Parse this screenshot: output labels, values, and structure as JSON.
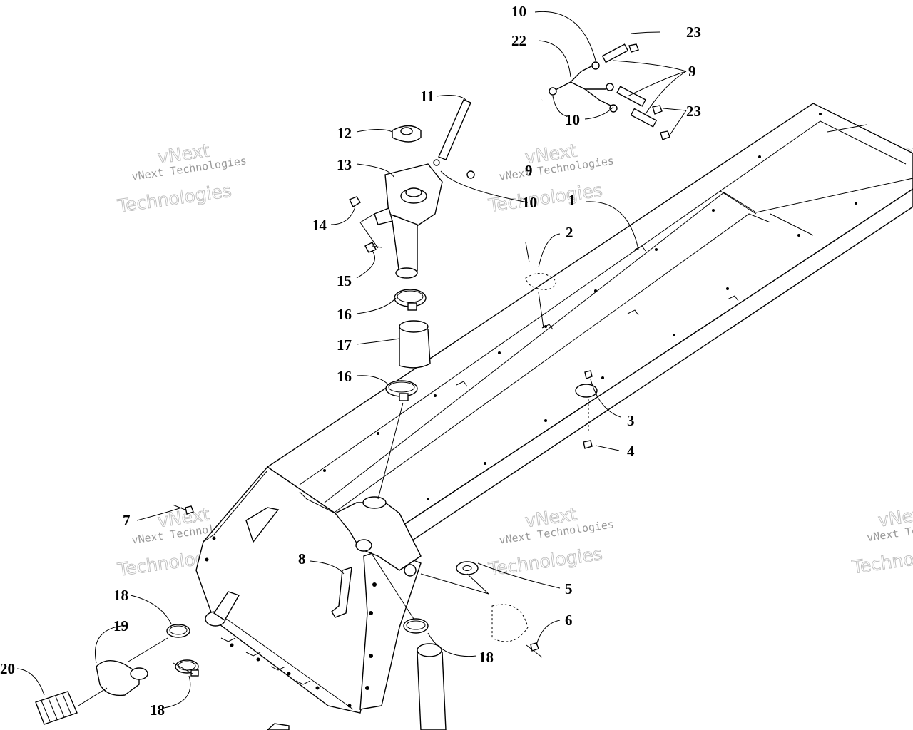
{
  "watermark": {
    "small": "vNext Technologies",
    "large_top": "vNext",
    "large_bottom": "Technologies"
  },
  "callouts": {
    "c1": "1",
    "c2": "2",
    "c3": "3",
    "c4": "4",
    "c5": "5",
    "c6": "6",
    "c7": "7",
    "c8": "8",
    "c9a": "9",
    "c9b": "9",
    "c10a": "10",
    "c10b": "10",
    "c10c": "10",
    "c11": "11",
    "c12": "12",
    "c13": "13",
    "c14": "14",
    "c15": "15",
    "c16a": "16",
    "c16b": "16",
    "c17": "17",
    "c18a": "18",
    "c18b": "18",
    "c18c": "18",
    "c19": "19",
    "c20": "20",
    "c22": "22",
    "c23a": "23",
    "c23b": "23"
  }
}
